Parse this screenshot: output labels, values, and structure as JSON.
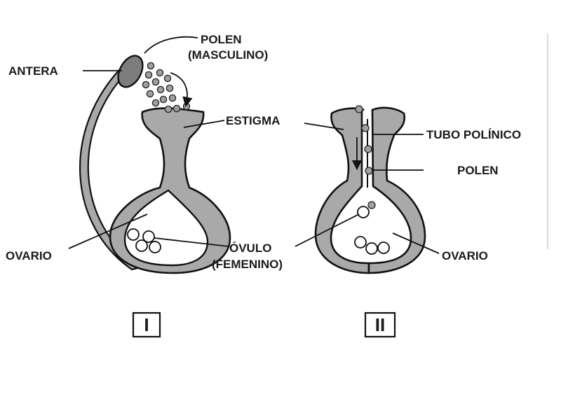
{
  "labels": {
    "polen_top": "POLEN",
    "masculino": "(MASCULINO)",
    "antera": "ANTERA",
    "estigma": "ESTIGMA",
    "tubo_polinico": "TUBO POLÍNICO",
    "polen_right": "POLEN",
    "ovario_left": "OVARIO",
    "ovulo": "ÓVULO",
    "femenino": "(FEMENINO)",
    "ovario_right": "OVARIO",
    "panel_1": "I",
    "panel_2": "II"
  }
}
